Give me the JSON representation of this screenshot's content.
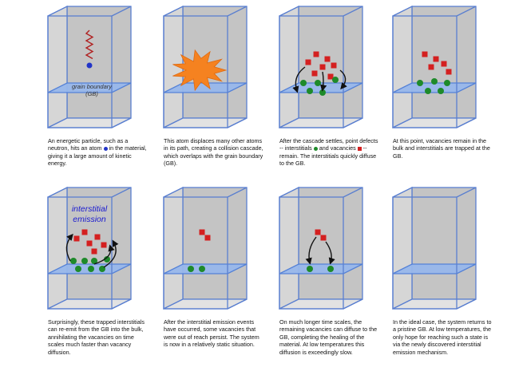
{
  "colors": {
    "box_edge": "#5a7fd0",
    "box_back": "#c4c4c4",
    "box_side": "#d6d6d6",
    "gb_plane": "#98b8ec",
    "gb_edge": "#4f7ed8",
    "interstitial": "#d42020",
    "vacancy": "#1e8a2a",
    "particle": "#2234c8",
    "particle_trail": "#b02020",
    "cascade": "#f58220",
    "label_blue": "#1a1ad0",
    "arrow": "#111111"
  },
  "panels": [
    {
      "id": "p1",
      "gb_label": "grain boundary (GB)",
      "caption_parts": [
        {
          "t": "An energetic particle, such as a neutron, hits an atom "
        },
        {
          "icon": "particle-dot"
        },
        {
          "t": " in the material, giving it a large amount of kinetic energy."
        }
      ]
    },
    {
      "id": "p2",
      "caption_parts": [
        {
          "t": "This atom displaces many other atoms in its path, creating a collision cascade, which overlaps with the grain boundary (GB)."
        }
      ]
    },
    {
      "id": "p3",
      "caption_parts": [
        {
          "t": "After the cascade settles, point defects -- interstitials "
        },
        {
          "icon": "vacancy-dot"
        },
        {
          "t": " and vacancies "
        },
        {
          "icon": "interstitial-square"
        },
        {
          "t": " -- remain. The interstitials quickly diffuse to the GB."
        }
      ]
    },
    {
      "id": "p4",
      "caption_parts": [
        {
          "t": "At this point, vacancies remain in the bulk and interstitials are trapped at the GB."
        }
      ]
    },
    {
      "id": "p5",
      "label": "interstitial emission",
      "caption_parts": [
        {
          "t": "Surprisingly, these trapped interstitials can re-emit from the GB into the bulk, annihilating the vacancies on time scales much faster than vacancy diffusion."
        }
      ]
    },
    {
      "id": "p6",
      "caption_parts": [
        {
          "t": "After the interstitial emission events have occurred, some vacancies that were out of reach persist. The system is now in a relatively static situation."
        }
      ]
    },
    {
      "id": "p7",
      "caption_parts": [
        {
          "t": "On much longer time scales, the remaining vacancies can diffuse to the GB, completing the healing of the material. At low temperatures this diffusion is exceedingly slow."
        }
      ]
    },
    {
      "id": "p8",
      "caption_parts": [
        {
          "t": "In the ideal case, the system returns to a pristine GB.  At low temperatures, the only hope for reaching such a state is via the newly discovered interstitial emission mechanism."
        }
      ]
    }
  ]
}
